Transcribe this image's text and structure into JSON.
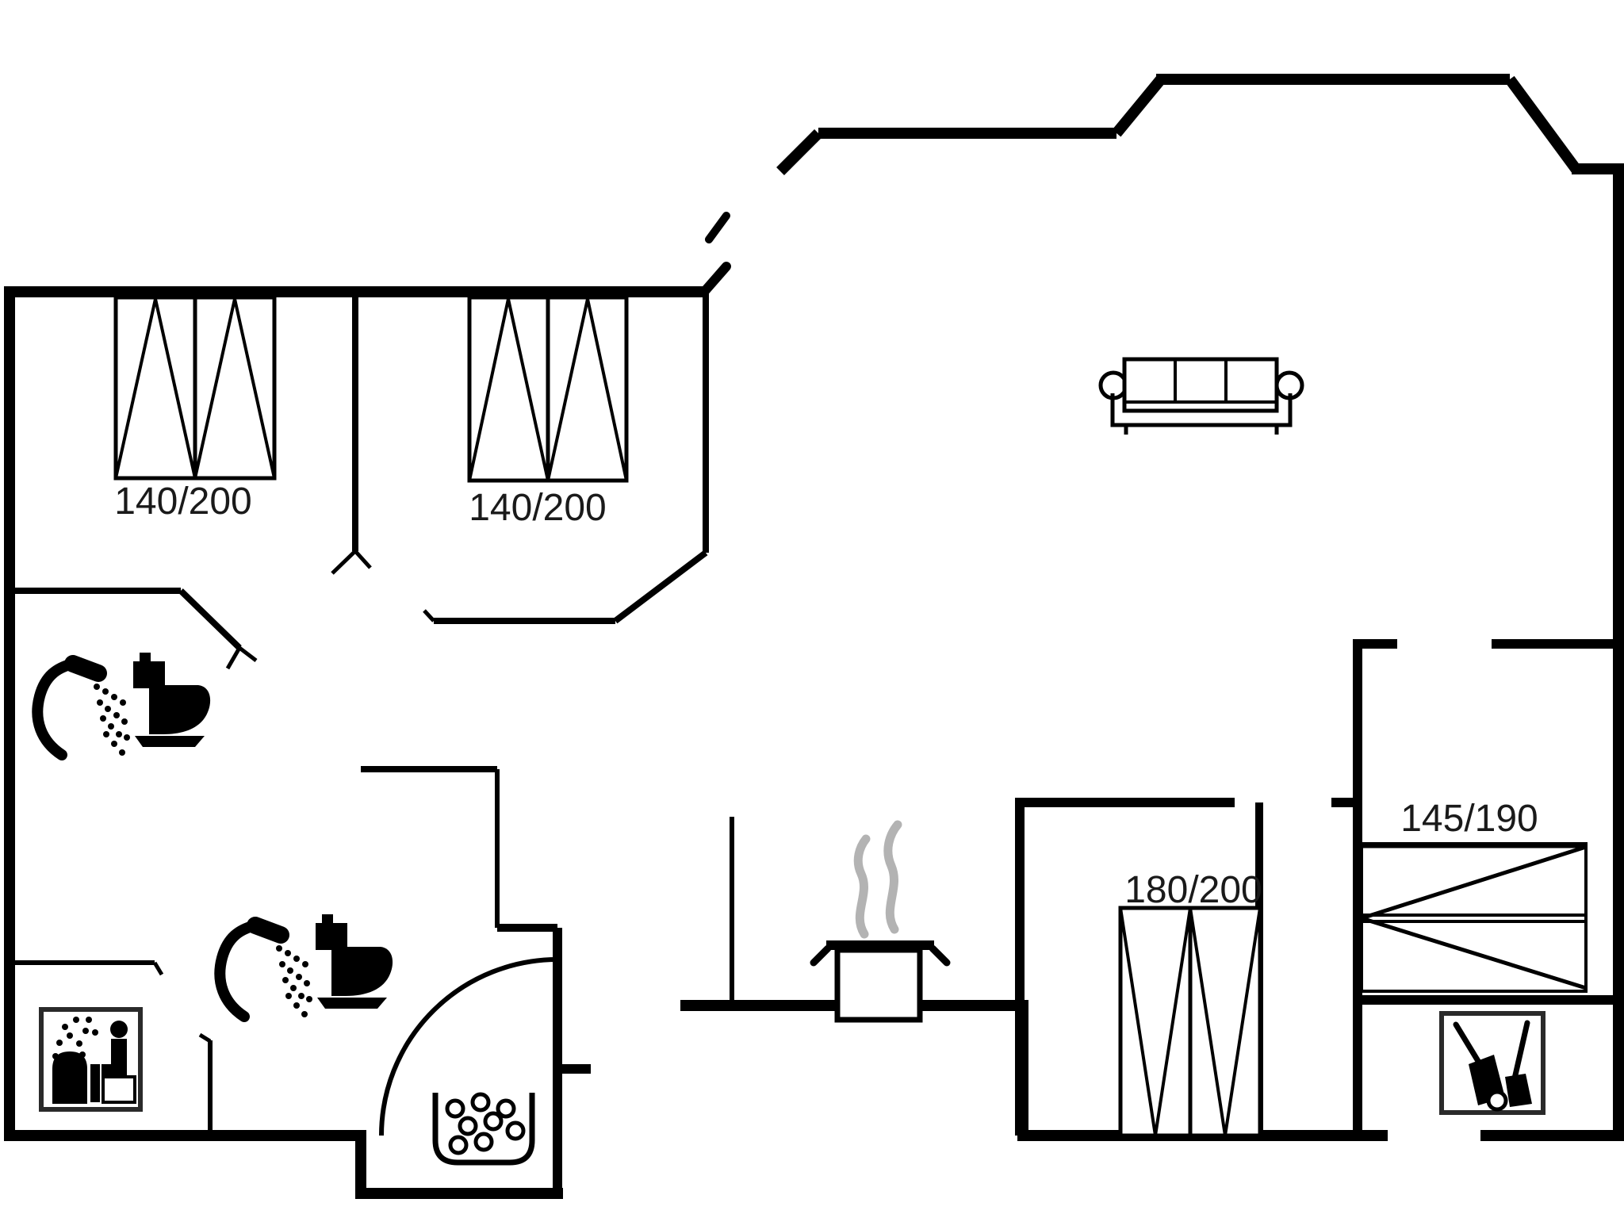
{
  "page": {
    "background": "#ffffff"
  },
  "floorplan": {
    "type": "vacation-house-floor-plan",
    "wall_color": "#000000",
    "label_color": "#1a1a1a",
    "steam_color": "#b3b3b3",
    "labels": {
      "bed1": "140/200",
      "bed2": "140/200",
      "bed3": "180/200",
      "bed4": "145/190"
    },
    "icons": [
      "shower-icon",
      "toilet-icon",
      "shower-icon",
      "toilet-icon",
      "sauna-icon",
      "whirlpool-tub-icon",
      "steaming-pot-icon",
      "sofa-icon",
      "cleaning-equipment-icon"
    ]
  }
}
